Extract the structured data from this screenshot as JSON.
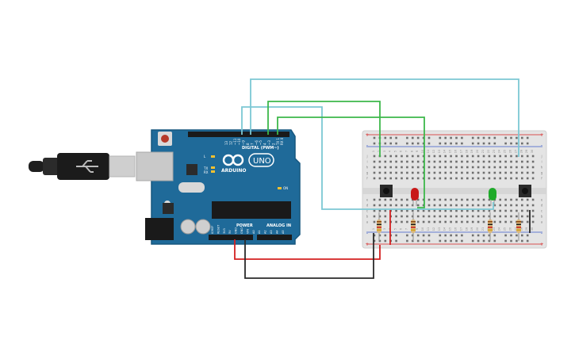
{
  "board": {
    "brand": "ARDUINO",
    "model": "UNO",
    "digital_label": "DIGITAL (PWM~)",
    "power_label": "POWER",
    "analog_label": "ANALOG IN",
    "tx_label": "TX",
    "rx_label": "RX",
    "l_label": "L",
    "on_label": "ON",
    "aref_label": "AREF",
    "gnd_label": "GND",
    "pin_labels": [
      "13",
      "12",
      "~11",
      "~10",
      "~9",
      "8",
      "7",
      "~6",
      "~5",
      "4",
      "~3",
      "2",
      "TX 1",
      "RX 0"
    ],
    "power_pins": [
      "IOREF",
      "RESET",
      "3V3",
      "5V",
      "GND",
      "GND",
      "VIN"
    ],
    "analog_pins": [
      "A0",
      "A1",
      "A2",
      "A3",
      "A4",
      "A5"
    ]
  },
  "breadboard": {
    "columns": [
      "1",
      "2",
      "3",
      "4",
      "5",
      "6",
      "7",
      "8",
      "9",
      "10",
      "11",
      "12",
      "13",
      "14",
      "15",
      "16",
      "17",
      "18",
      "19",
      "20",
      "21",
      "22",
      "23",
      "24",
      "25",
      "26",
      "27",
      "28",
      "29",
      "30"
    ],
    "row_letters_top": [
      "j",
      "i",
      "h",
      "g",
      "f"
    ],
    "row_letters_bottom": [
      "e",
      "d",
      "c",
      "b",
      "a"
    ],
    "plus": "+",
    "minus": "-"
  },
  "components": {
    "leds": [
      {
        "color": "red",
        "hex": "#c81818"
      },
      {
        "color": "green",
        "hex": "#1faa2a"
      }
    ],
    "buttons": 2,
    "resistors": 4
  },
  "wire_colors": {
    "teal": "#7cc8d4",
    "green": "#3db84a",
    "red": "#d42020",
    "black": "#2a2a2a"
  }
}
